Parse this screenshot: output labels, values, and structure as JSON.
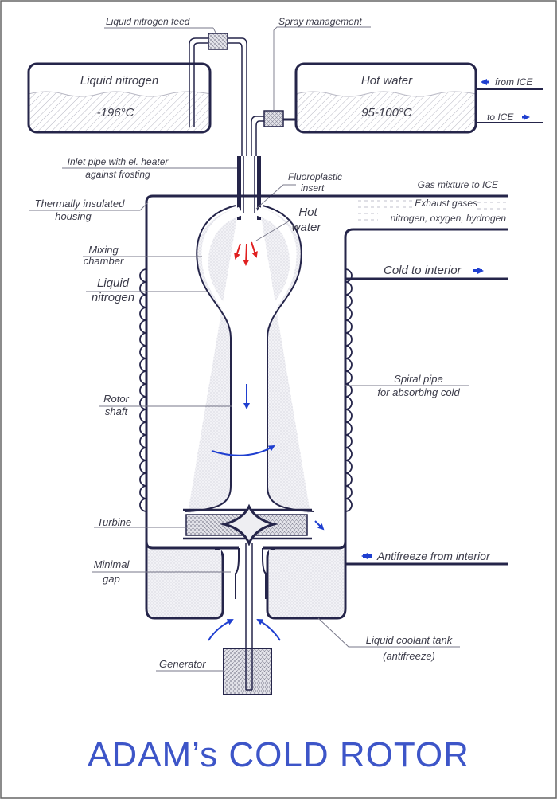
{
  "title": "ADAM’s COLD ROTOR",
  "tanks": {
    "nitrogen": {
      "name": "Liquid nitrogen",
      "temperature": "-196°C"
    },
    "water": {
      "name": "Hot water",
      "temperature": "95-100°C"
    }
  },
  "labels": {
    "nitrogen_feed": "Liquid nitrogen feed",
    "spray_management": "Spray management",
    "from_ice": "from ICE",
    "to_ice": "to ICE",
    "inlet_pipe_line1": "Inlet pipe with el. heater",
    "inlet_pipe_line2": "against frosting",
    "fluoroplastic_line1": "Fluoroplastic",
    "fluoroplastic_line2": "insert",
    "gas_mixture": "Gas mixture to ICE",
    "exhaust_line1": "Exhaust gases",
    "exhaust_line2": "nitrogen, oxygen, hydrogen",
    "housing_line1": "Thermally insulated",
    "housing_line2": "housing",
    "hot_water_line1": "Hot",
    "hot_water_line2": "water",
    "mixing_line1": "Mixing",
    "mixing_line2": "chamber",
    "liquid_n_line1": "Liquid",
    "liquid_n_line2": "nitrogen",
    "cold_to_interior": "Cold to interior",
    "rotor_line1": "Rotor",
    "rotor_line2": "shaft",
    "spiral_line1": "Spiral pipe",
    "spiral_line2": "for absorbing cold",
    "turbine": "Turbine",
    "antifreeze_from_interior": "Antifreeze from interior",
    "minimal_line1": "Minimal",
    "minimal_line2": "gap",
    "coolant_line1": "Liquid coolant tank",
    "coolant_line2": "(antifreeze)",
    "generator": "Generator"
  },
  "colors": {
    "outline": "#25254a",
    "arrow_blue": "#1f3fd0",
    "arrow_red": "#e02020",
    "title": "#3d55c8",
    "label": "#3c3c4a"
  }
}
